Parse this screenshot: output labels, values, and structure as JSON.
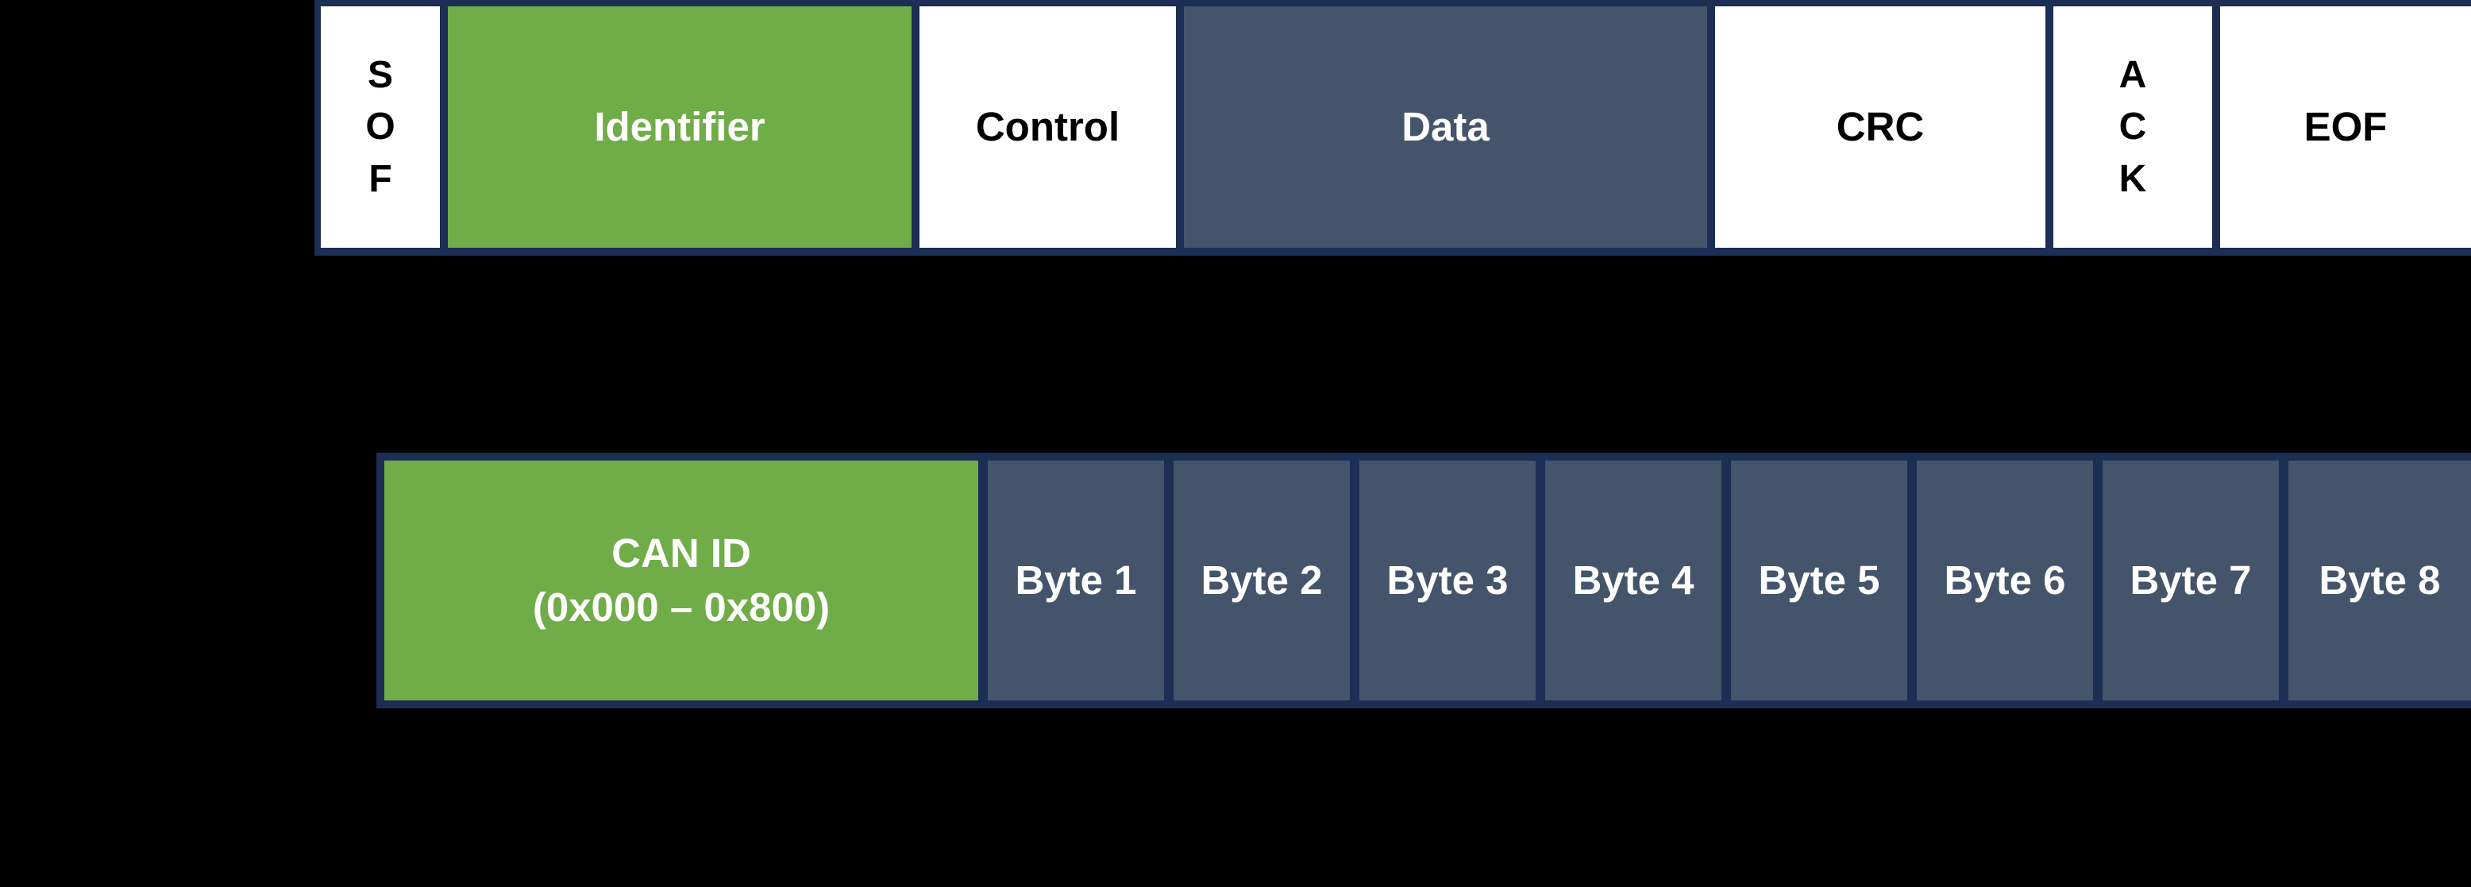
{
  "frame_fields": {
    "sof": "S\nO\nF",
    "identifier": "Identifier",
    "control": "Control",
    "data": "Data",
    "crc": "CRC",
    "ack": "A\nC\nK",
    "eof": "EOF"
  },
  "data_fields": {
    "can_id": "CAN ID\n(0x000 – 0x800)",
    "bytes": [
      "Byte 1",
      "Byte 2",
      "Byte 3",
      "Byte 4",
      "Byte 5",
      "Byte 6",
      "Byte 7",
      "Byte 8"
    ]
  },
  "colors": {
    "background": "#000000",
    "border": "#1c2e54",
    "identifier_fill": "#70ac47",
    "data_fill": "#44546a",
    "field_fill": "#ffffff"
  }
}
